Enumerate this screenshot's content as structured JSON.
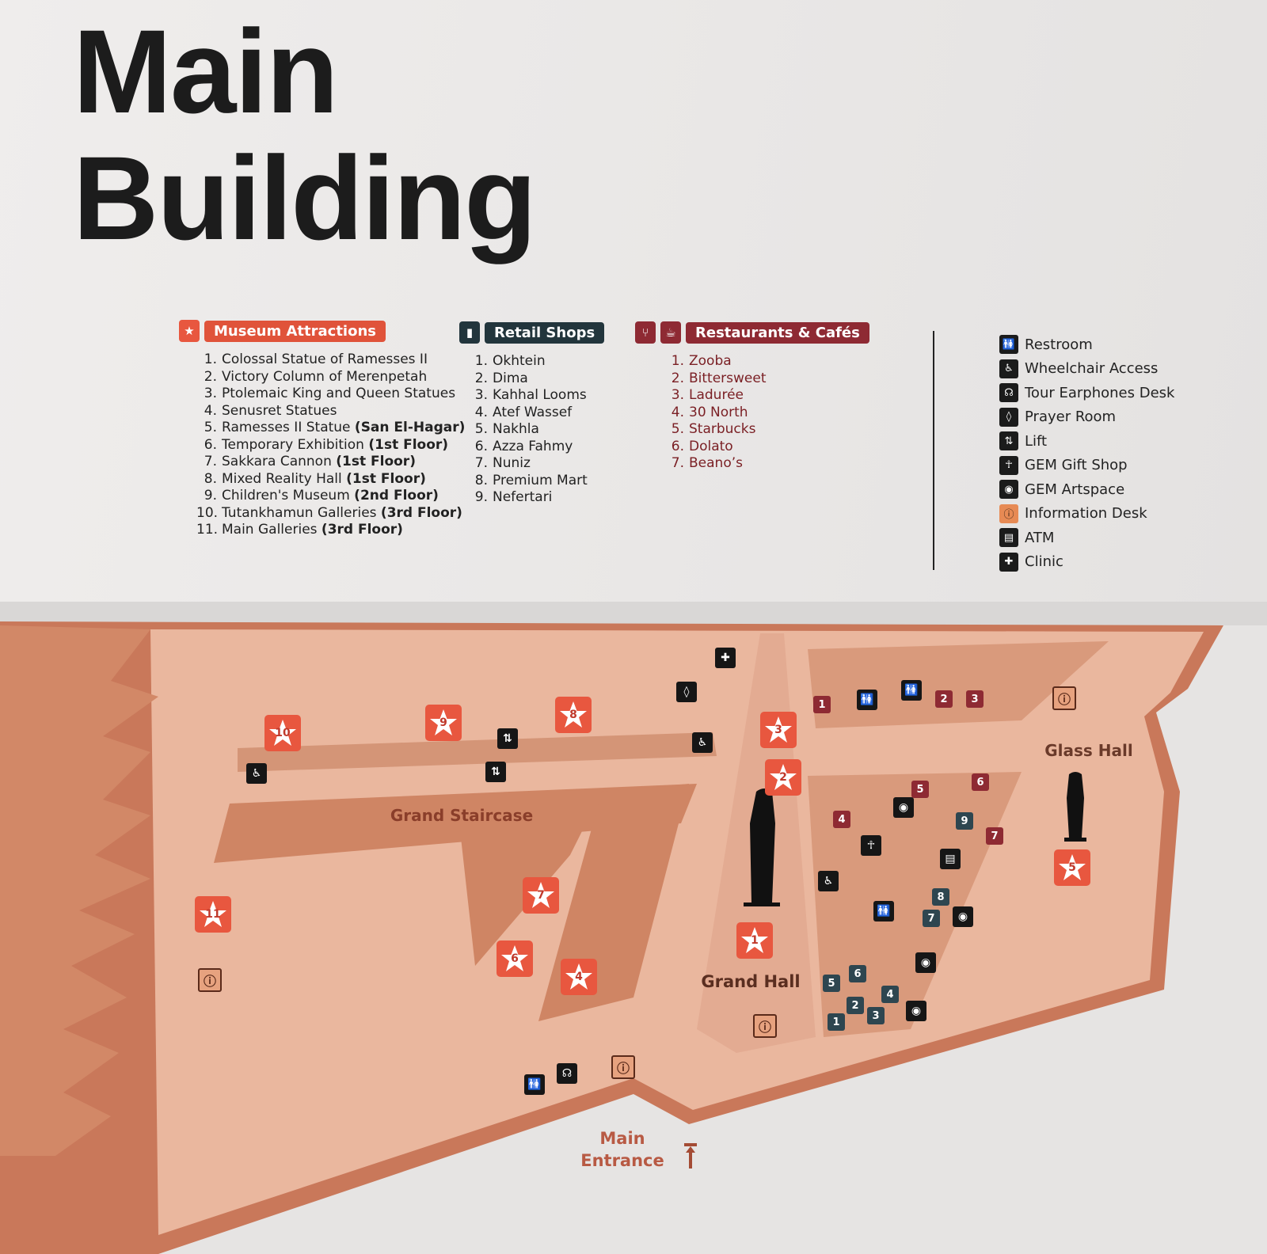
{
  "title_line1": "Main",
  "title_line2": "Building",
  "colors": {
    "attraction": "#e8573f",
    "retail": "#2e4650",
    "restaurant": "#8e2a33",
    "map_fill": "#e9b79f",
    "info_desk": "#e78a54"
  },
  "legend": {
    "attractions": {
      "heading": "Museum Attractions",
      "icon": "star-icon",
      "items": [
        {
          "n": "1.",
          "text": "Colossal Statue of Ramesses II",
          "bold": ""
        },
        {
          "n": "2.",
          "text": "Victory Column of Merenpetah",
          "bold": ""
        },
        {
          "n": "3.",
          "text": "Ptolemaic King and Queen Statues",
          "bold": ""
        },
        {
          "n": "4.",
          "text": "Senusret Statues",
          "bold": ""
        },
        {
          "n": "5.",
          "text": "Ramesses II Statue ",
          "bold": "(San El-Hagar)"
        },
        {
          "n": "6.",
          "text": "Temporary Exhibition ",
          "bold": "(1st Floor)"
        },
        {
          "n": "7.",
          "text": "Sakkara Cannon ",
          "bold": "(1st Floor)"
        },
        {
          "n": "8.",
          "text": "Mixed Reality Hall ",
          "bold": "(1st Floor)"
        },
        {
          "n": "9.",
          "text": "Children's Museum ",
          "bold": "(2nd Floor)"
        },
        {
          "n": "10.",
          "text": "Tutankhamun Galleries ",
          "bold": "(3rd Floor)"
        },
        {
          "n": "11.",
          "text": "Main Galleries ",
          "bold": "(3rd Floor)"
        }
      ]
    },
    "retail": {
      "heading": "Retail Shops",
      "icon": "shopping-bag-icon",
      "items": [
        "Okhtein",
        "Dima",
        "Kahhal Looms",
        "Atef Wassef",
        "Nakhla",
        "Azza Fahmy",
        "Nuniz",
        "Premium Mart",
        "Nefertari"
      ]
    },
    "restaurants": {
      "heading": "Restaurants & Cafés",
      "icons": [
        "fork-knife-icon",
        "coffee-cup-icon"
      ],
      "items": [
        "Zooba",
        "Bittersweet",
        "Ladurée",
        "30 North",
        "Starbucks",
        "Dolato",
        "Beano’s"
      ]
    },
    "amenities": [
      {
        "label": "Restroom",
        "icon": "restroom-icon"
      },
      {
        "label": "Wheelchair Access",
        "icon": "wheelchair-icon"
      },
      {
        "label": "Tour Earphones Desk",
        "icon": "headphones-icon"
      },
      {
        "label": "Prayer Room",
        "icon": "prayer-room-icon"
      },
      {
        "label": "Lift",
        "icon": "lift-icon"
      },
      {
        "label": "GEM Gift Shop",
        "icon": "ankh-icon"
      },
      {
        "label": "GEM Artspace",
        "icon": "eye-of-horus-icon"
      },
      {
        "label": "Information Desk",
        "icon": "info-icon"
      },
      {
        "label": "ATM",
        "icon": "atm-icon"
      },
      {
        "label": "Clinic",
        "icon": "clinic-icon"
      }
    ]
  },
  "map": {
    "areas": {
      "grand_staircase": "Grand Staircase",
      "grand_hall": "Grand Hall",
      "glass_hall": "Glass Hall",
      "entrance_line1": "Main",
      "entrance_line2": "Entrance"
    },
    "markers": [
      {
        "type": "attraction",
        "label": "10"
      },
      {
        "type": "attraction",
        "label": "9"
      },
      {
        "type": "attraction",
        "label": "8"
      },
      {
        "type": "attraction",
        "label": "3"
      },
      {
        "type": "attraction",
        "label": "2"
      },
      {
        "type": "attraction",
        "label": "7"
      },
      {
        "type": "attraction",
        "label": "11"
      },
      {
        "type": "attraction",
        "label": "6"
      },
      {
        "type": "attraction",
        "label": "4"
      },
      {
        "type": "attraction",
        "label": "1"
      },
      {
        "type": "attraction",
        "label": "5"
      },
      {
        "type": "restaurant",
        "label": "1"
      },
      {
        "type": "restaurant",
        "label": "2"
      },
      {
        "type": "restaurant",
        "label": "3"
      },
      {
        "type": "restaurant",
        "label": "4"
      },
      {
        "type": "restaurant",
        "label": "5"
      },
      {
        "type": "restaurant",
        "label": "6"
      },
      {
        "type": "restaurant",
        "label": "7"
      },
      {
        "type": "retail",
        "label": "9"
      },
      {
        "type": "retail",
        "label": "8"
      },
      {
        "type": "retail",
        "label": "7"
      },
      {
        "type": "retail",
        "label": "6"
      },
      {
        "type": "retail",
        "label": "5"
      },
      {
        "type": "retail",
        "label": "4"
      },
      {
        "type": "retail",
        "label": "2"
      },
      {
        "type": "retail",
        "label": "3"
      },
      {
        "type": "retail",
        "label": "1"
      },
      {
        "type": "amenity",
        "icon": "clinic-icon"
      },
      {
        "type": "amenity",
        "icon": "prayer-room-icon"
      },
      {
        "type": "amenity",
        "icon": "wheelchair-icon"
      },
      {
        "type": "amenity",
        "icon": "wheelchair-icon"
      },
      {
        "type": "amenity",
        "icon": "wheelchair-icon"
      },
      {
        "type": "amenity",
        "icon": "lift-icon"
      },
      {
        "type": "amenity",
        "icon": "lift-icon"
      },
      {
        "type": "amenity",
        "icon": "restroom-icon"
      },
      {
        "type": "amenity",
        "icon": "restroom-icon"
      },
      {
        "type": "amenity",
        "icon": "restroom-icon"
      },
      {
        "type": "amenity",
        "icon": "restroom-icon"
      },
      {
        "type": "amenity",
        "icon": "headphones-icon"
      },
      {
        "type": "amenity",
        "icon": "eye-of-horus-icon"
      },
      {
        "type": "amenity",
        "icon": "eye-of-horus-icon"
      },
      {
        "type": "amenity",
        "icon": "eye-of-horus-icon"
      },
      {
        "type": "amenity",
        "icon": "eye-of-horus-icon"
      },
      {
        "type": "amenity",
        "icon": "ankh-icon"
      },
      {
        "type": "amenity",
        "icon": "atm-icon"
      },
      {
        "type": "info",
        "icon": "info-icon"
      },
      {
        "type": "info",
        "icon": "info-icon"
      },
      {
        "type": "info",
        "icon": "info-icon"
      },
      {
        "type": "info",
        "icon": "info-icon"
      }
    ]
  }
}
